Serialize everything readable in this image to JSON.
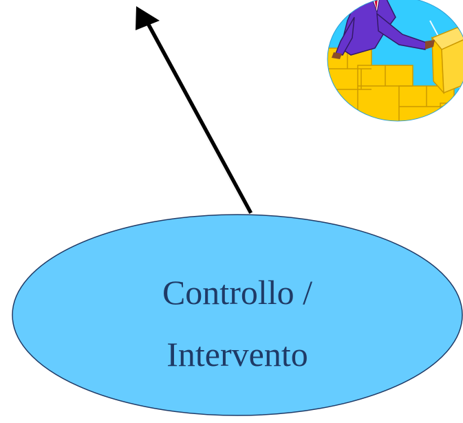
{
  "diagram": {
    "node": {
      "line1": "Controllo /",
      "line2": "Intervento",
      "fill": "#66ccff",
      "stroke": "#1f3a66",
      "text_color": "#1f3a66"
    },
    "arrow": {
      "color": "#000000",
      "direction": "up-left"
    },
    "clipart": {
      "icon": "businessman-climbing-stairs-icon",
      "colors": {
        "background": "#33ccff",
        "stairs": "#ffcc00",
        "suit": "#6633cc",
        "rays": "#ffffff"
      }
    }
  }
}
